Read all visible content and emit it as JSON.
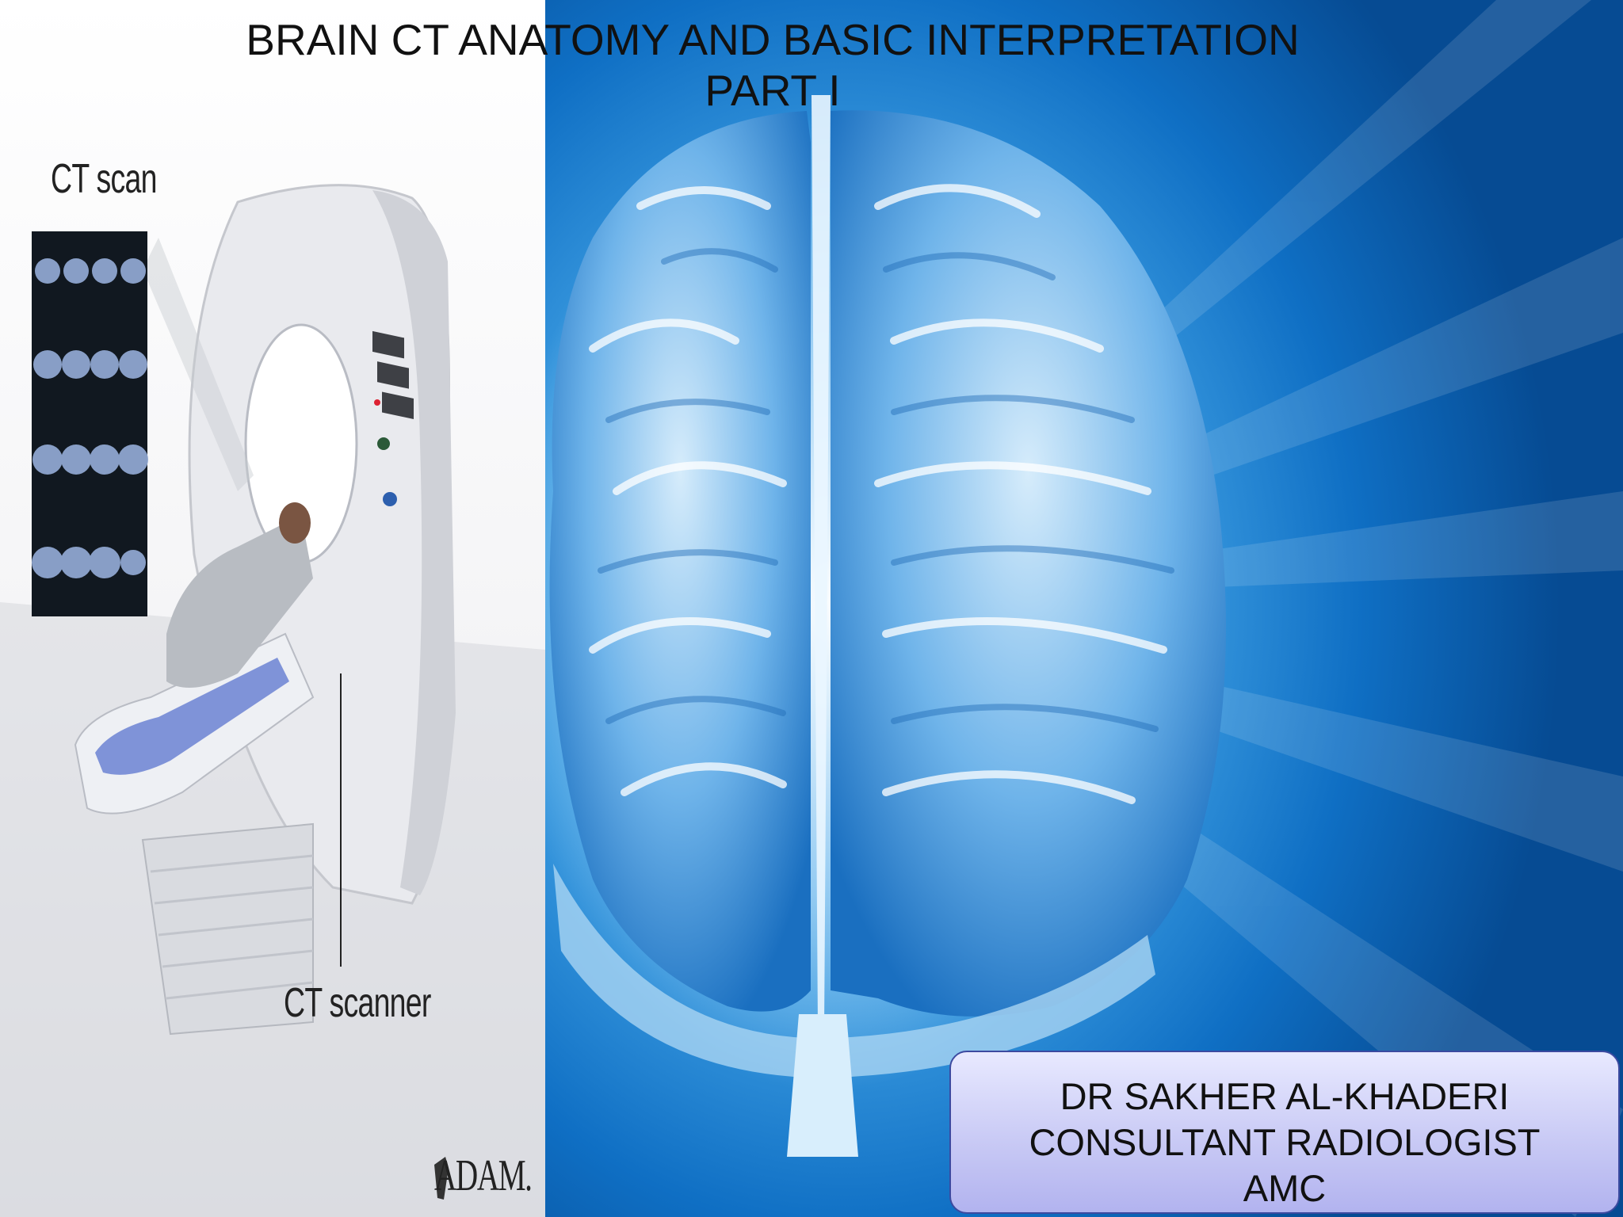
{
  "slide": {
    "title_line1": "BRAIN CT ANATOMY AND BASIC INTERPRETATION",
    "title_line2": "PART I"
  },
  "illustration": {
    "ct_scan_label": "CT scan",
    "ct_scanner_label": "CT scanner",
    "logo_text": "ADAM."
  },
  "author": {
    "name": "DR SAKHER AL-KHADERI",
    "role": "CONSULTANT RADIOLOGIST",
    "affiliation": "AMC"
  },
  "colors": {
    "brain_blue": "#2f8fdc",
    "author_box_fill": "#c9caf5",
    "author_box_border": "#3c4aa0"
  }
}
